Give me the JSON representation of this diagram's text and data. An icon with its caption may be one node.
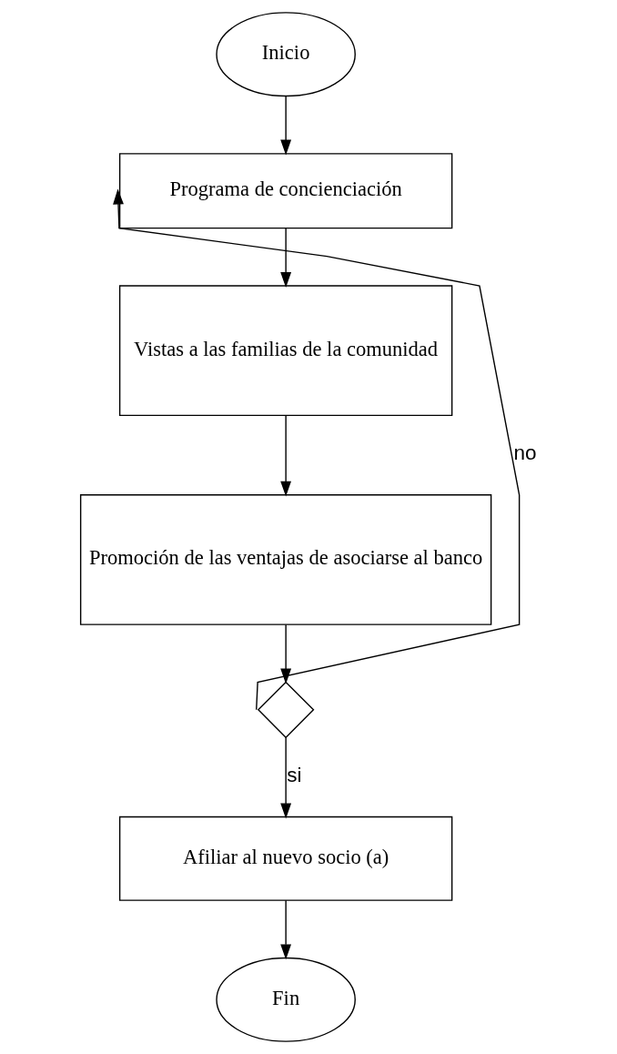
{
  "diagram": {
    "nodes": [
      {
        "text": [
          "Inicio"
        ]
      },
      {
        "text": [
          "Programa de concienciación"
        ]
      },
      {
        "text": [
          "Vistas a las familias de la comunidad"
        ]
      },
      {
        "text": [
          "Promoción de las ventajas de asociarse al banco"
        ]
      },
      {
        "text": [],
        "shape": "diamond"
      },
      {
        "text": [
          "Afiliar al nuevo socio (a)"
        ]
      },
      {
        "text": [
          "Fin"
        ]
      }
    ],
    "edges": [
      {
        "from": 0,
        "to": 1,
        "arrow": "to"
      },
      {
        "from": 1,
        "to": 2,
        "arrow": "to"
      },
      {
        "from": 2,
        "to": 3,
        "arrow": "to"
      },
      {
        "from": 3,
        "to": 4,
        "arrow": "to"
      },
      {
        "from": 4,
        "to": 1,
        "arrow": "to",
        "label": "no"
      },
      {
        "from": 4,
        "to": 5,
        "arrow": "to",
        "label": "si"
      },
      {
        "from": 5,
        "to": 6,
        "arrow": "to"
      }
    ]
  }
}
